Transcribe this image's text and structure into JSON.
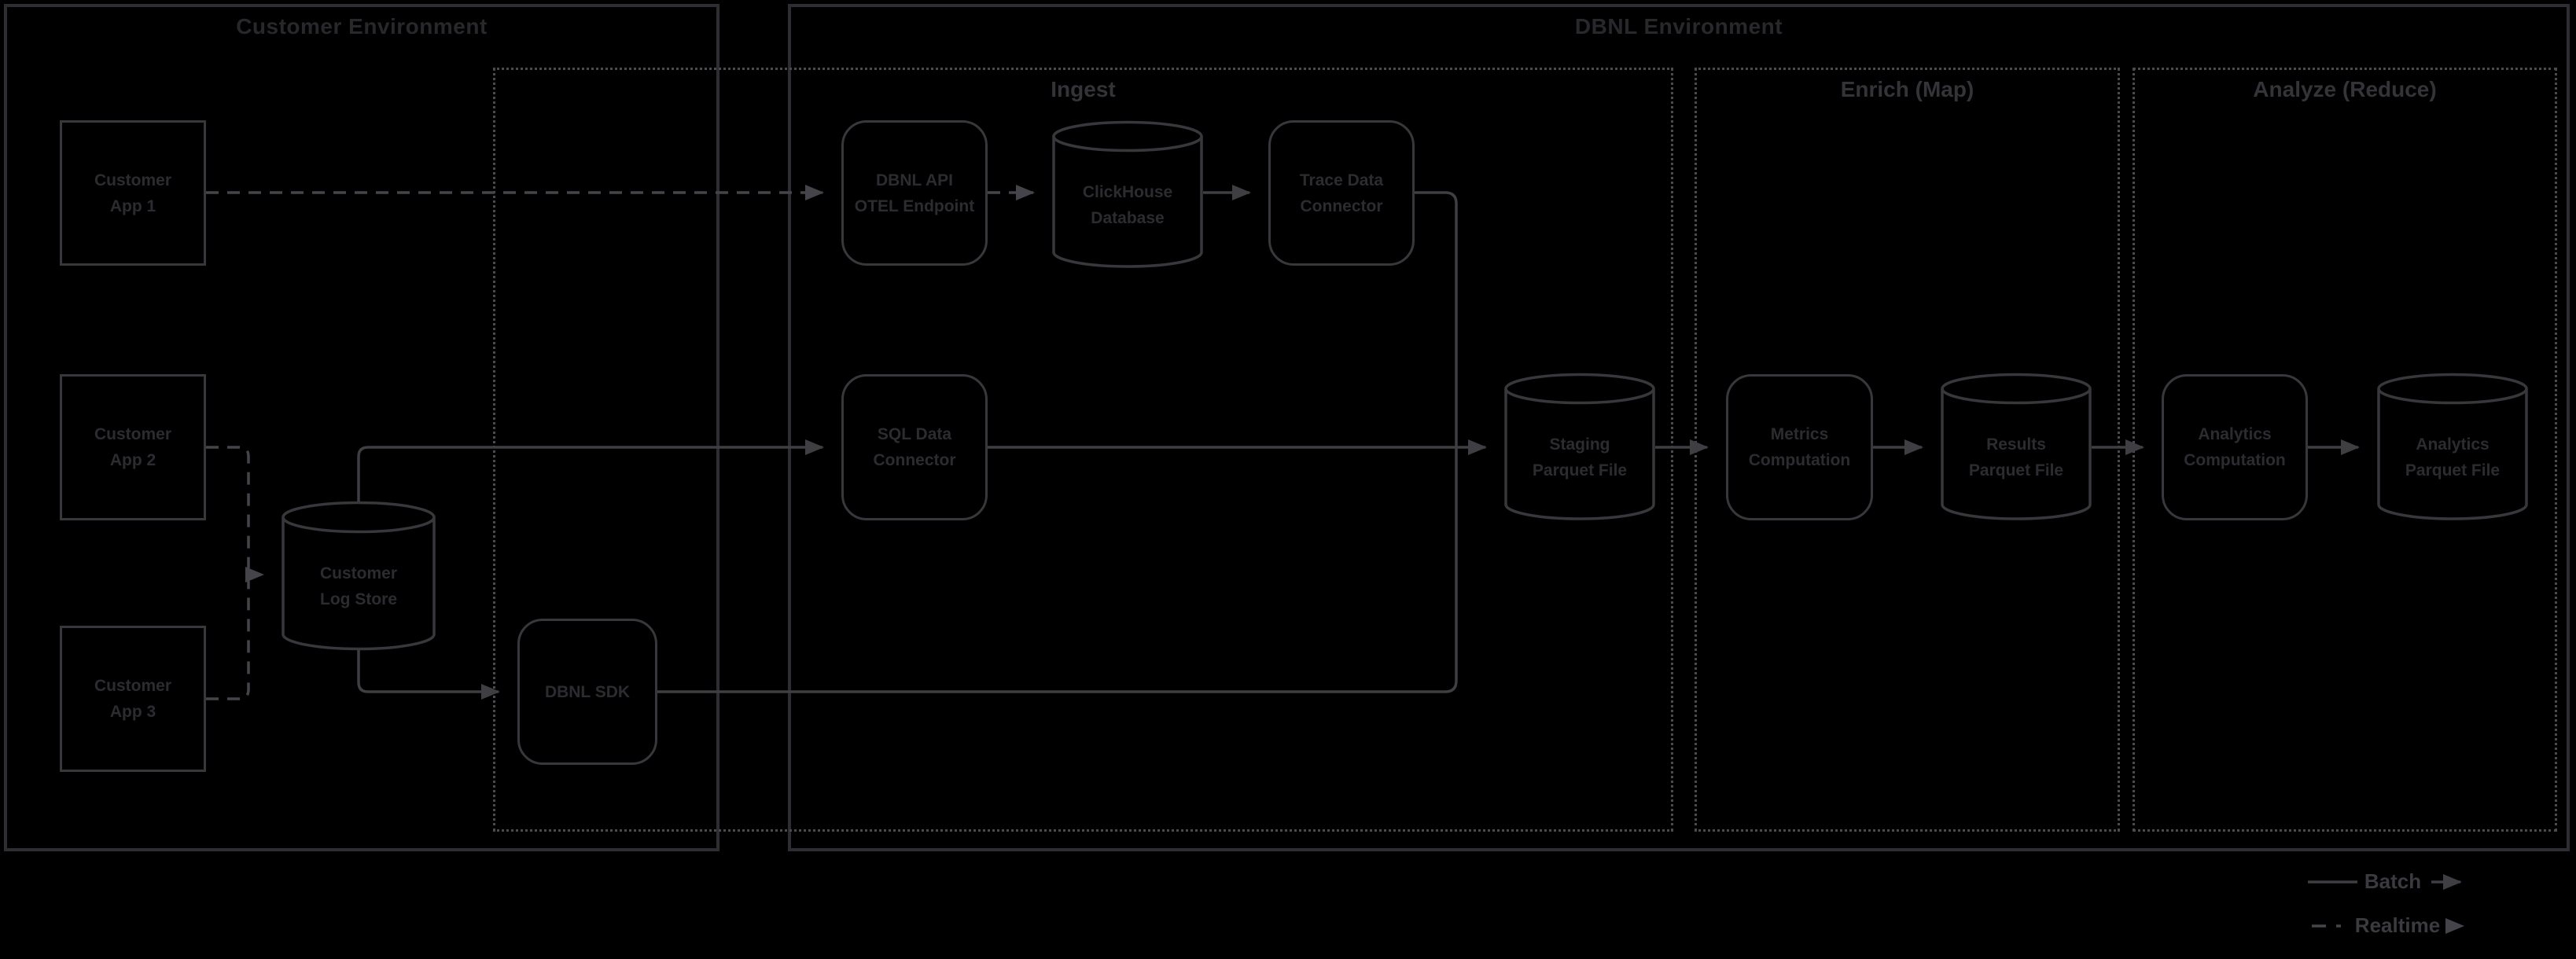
{
  "diagram": {
    "environments": [
      {
        "id": "customer",
        "title": "Customer Environment"
      },
      {
        "id": "dbnl",
        "title": "DBNL Environment"
      }
    ],
    "sections": [
      {
        "id": "ingest",
        "label": "Ingest"
      },
      {
        "id": "enrich",
        "label": "Enrich (Map)"
      },
      {
        "id": "analyze",
        "label": "Analyze (Reduce)"
      }
    ],
    "nodes": [
      {
        "id": "customer-app-1",
        "shape": "rectangle",
        "line1": "Customer",
        "line2": "App 1"
      },
      {
        "id": "customer-app-2",
        "shape": "rectangle",
        "line1": "Customer",
        "line2": "App 2"
      },
      {
        "id": "customer-app-3",
        "shape": "rectangle",
        "line1": "Customer",
        "line2": "App 3"
      },
      {
        "id": "customer-log-store",
        "shape": "cylinder",
        "line1": "Customer",
        "line2": "Log Store"
      },
      {
        "id": "dbnl-sdk",
        "shape": "rounded",
        "line1": "DBNL SDK",
        "line2": ""
      },
      {
        "id": "dbnl-api-otel-endpoint",
        "shape": "rounded",
        "line1": "DBNL API",
        "line2": "OTEL Endpoint"
      },
      {
        "id": "clickhouse-database",
        "shape": "cylinder",
        "line1": "ClickHouse",
        "line2": "Database"
      },
      {
        "id": "trace-data-connector",
        "shape": "rounded",
        "line1": "Trace Data",
        "line2": "Connector"
      },
      {
        "id": "sql-data-connector",
        "shape": "rounded",
        "line1": "SQL Data",
        "line2": "Connector"
      },
      {
        "id": "staging-parquet-file",
        "shape": "cylinder",
        "line1": "Staging",
        "line2": "Parquet File"
      },
      {
        "id": "metrics-computation",
        "shape": "rounded",
        "line1": "Metrics",
        "line2": "Computation"
      },
      {
        "id": "results-parquet-file",
        "shape": "cylinder",
        "line1": "Results",
        "line2": "Parquet File"
      },
      {
        "id": "analytics-computation",
        "shape": "rounded",
        "line1": "Analytics",
        "line2": "Computation"
      },
      {
        "id": "analytics-parquet-file",
        "shape": "cylinder",
        "line1": "Analytics",
        "line2": "Parquet File"
      }
    ],
    "edges": [
      {
        "from": "customer-app-1",
        "to": "dbnl-api-otel-endpoint",
        "style": "dashed",
        "meaning": "Realtime"
      },
      {
        "from": "dbnl-api-otel-endpoint",
        "to": "clickhouse-database",
        "style": "dashed",
        "meaning": "Realtime"
      },
      {
        "from": "clickhouse-database",
        "to": "trace-data-connector",
        "style": "solid",
        "meaning": "Batch"
      },
      {
        "from": "trace-data-connector",
        "to": "staging-parquet-file",
        "style": "solid",
        "meaning": "Batch"
      },
      {
        "from": "customer-app-2",
        "to": "customer-log-store",
        "style": "dashed",
        "meaning": "Realtime"
      },
      {
        "from": "customer-app-3",
        "to": "customer-log-store",
        "style": "dashed",
        "meaning": "Realtime"
      },
      {
        "from": "customer-log-store",
        "to": "sql-data-connector",
        "style": "solid",
        "meaning": "Batch"
      },
      {
        "from": "customer-log-store",
        "to": "dbnl-sdk",
        "style": "solid",
        "meaning": "Batch"
      },
      {
        "from": "dbnl-sdk",
        "to": "staging-parquet-file",
        "style": "solid",
        "meaning": "Batch"
      },
      {
        "from": "sql-data-connector",
        "to": "staging-parquet-file",
        "style": "solid",
        "meaning": "Batch"
      },
      {
        "from": "staging-parquet-file",
        "to": "metrics-computation",
        "style": "solid",
        "meaning": "Batch"
      },
      {
        "from": "metrics-computation",
        "to": "results-parquet-file",
        "style": "solid",
        "meaning": "Batch"
      },
      {
        "from": "results-parquet-file",
        "to": "analytics-computation",
        "style": "solid",
        "meaning": "Batch"
      },
      {
        "from": "analytics-computation",
        "to": "analytics-parquet-file",
        "style": "solid",
        "meaning": "Batch"
      }
    ],
    "legend": [
      {
        "style": "solid",
        "label": "Batch"
      },
      {
        "style": "dashed",
        "label": "Realtime"
      }
    ],
    "colors": {
      "background": "#000000",
      "env_border": "#2e2e32",
      "env_title": "#28282c",
      "section_border": "#4a4a4f",
      "section_label": "#333338",
      "node_border": "#38383c",
      "node_text": "#2c2c30",
      "edge_solid": "#3e3e43",
      "edge_dashed": "#44444a",
      "legend_text": "#3b3a40"
    }
  }
}
